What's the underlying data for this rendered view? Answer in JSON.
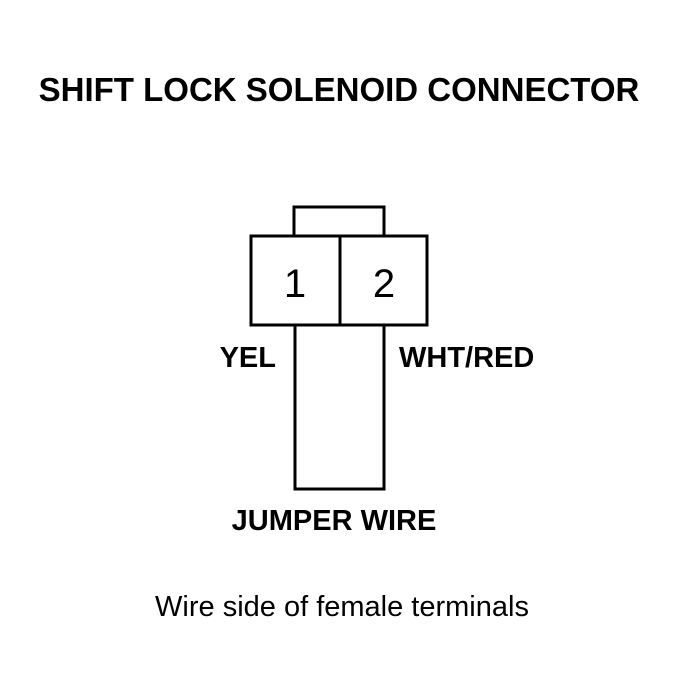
{
  "title": "SHIFT LOCK SOLENOID CONNECTOR",
  "connector": {
    "terminals": [
      {
        "number": "1",
        "wire_color": "YEL"
      },
      {
        "number": "2",
        "wire_color": "WHT/RED"
      }
    ]
  },
  "jumper_label": "JUMPER WIRE",
  "caption": "Wire side of female terminals"
}
